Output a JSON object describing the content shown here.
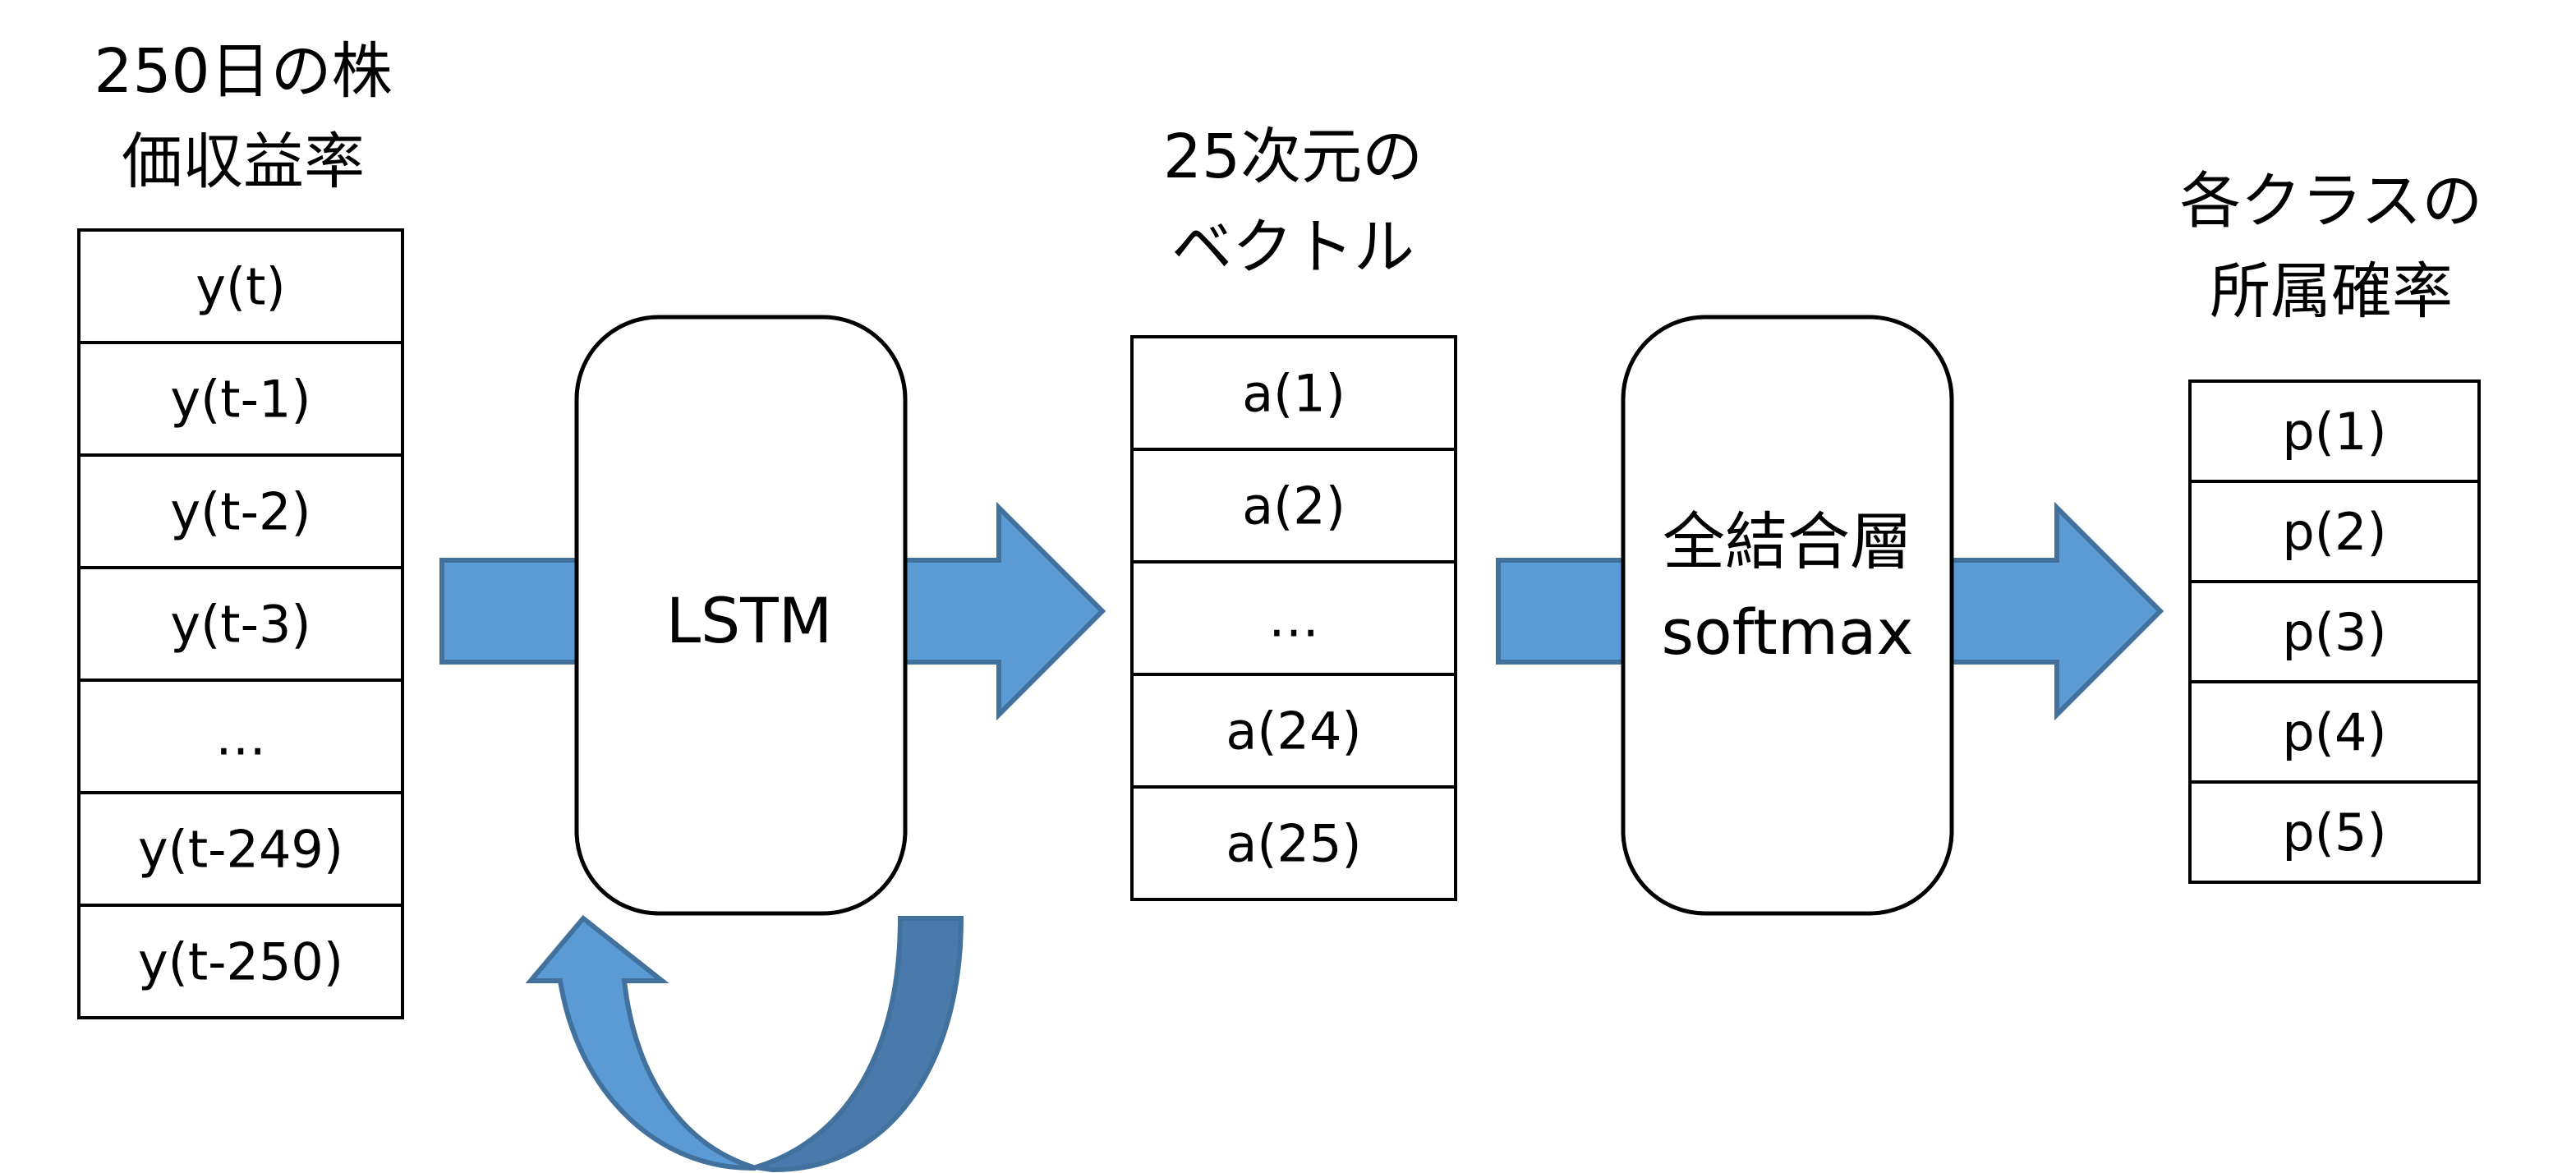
{
  "input": {
    "title_lines": [
      "250日の株",
      "価収益率"
    ],
    "cells": [
      "y(t)",
      "y(t-1)",
      "y(t-2)",
      "y(t-3)",
      "…",
      "y(t-249)",
      "y(t-250)"
    ]
  },
  "lstm": {
    "label": "LSTM"
  },
  "vector": {
    "title_lines": [
      "25次元の",
      "ベクトル"
    ],
    "cells": [
      "a(1)",
      "a(2)",
      "…",
      "a(24)",
      "a(25)"
    ]
  },
  "dense": {
    "label_lines": [
      "全結合層",
      "softmax"
    ]
  },
  "output": {
    "title_lines": [
      "各クラスの",
      "所属確率"
    ],
    "cells": [
      "p(1)",
      "p(2)",
      "p(3)",
      "p(4)",
      "p(5)"
    ]
  },
  "colors": {
    "arrow_fill": "#5b9bd5",
    "arrow_stroke": "#41719c",
    "arrow_dark": "#4a7aab"
  }
}
